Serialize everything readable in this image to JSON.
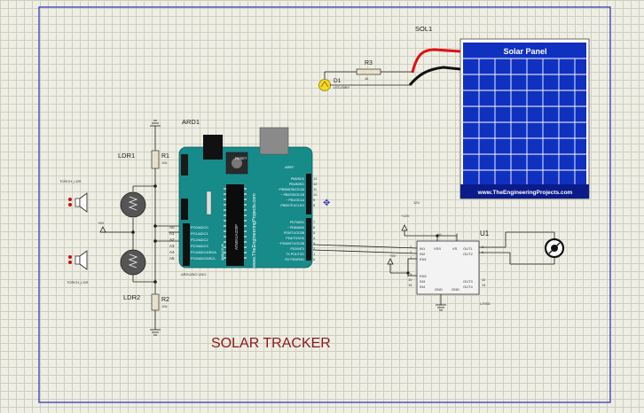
{
  "title": "SOLAR TRACKER",
  "colors": {
    "border": "#3a3ab8",
    "wire": "#1c1c1c",
    "title": "#8b1a1a",
    "board": "#178a8a",
    "solar_blue": "#1030c0",
    "chip_fill": "#f3f3f3",
    "led": "#f5d820"
  },
  "arduino": {
    "ref": "ARD1",
    "model": "ARDUINO UNO",
    "website": "www.TheEngineeringProjects.com",
    "reset": "RESET",
    "aref": "AREF",
    "a_pins": [
      "A0",
      "A1",
      "A2",
      "A3",
      "A4",
      "A5"
    ],
    "analog_names": [
      "PC0/ADC0",
      "PC1/ADC1",
      "PC2/ADC2",
      "PC3/ADC3",
      "PC4/ADC4/SDA",
      "PC5/ADC5/SCL"
    ],
    "digital_names": [
      "PB5/SCK",
      "PB4/MISO",
      "~PB3/MOSI/OC2A",
      "~ PB2/SS/OC1B",
      "~ PB1/OC1A",
      "PB0/ICP1/CLKO",
      "PD7/AIN1",
      "~ PD6/AIN0",
      "PD5/T1/OC0B",
      "PD4/T0/XCK",
      "~PD3/INT1/OC2B",
      "PD2/INT0",
      "TX PD1/TXD",
      "RX PD0/RXD"
    ],
    "digital_pins": [
      "13",
      "12",
      "11",
      "10",
      "9",
      "8",
      "7",
      "6",
      "5",
      "4",
      "3",
      "2",
      "1",
      "0"
    ],
    "chip_label": "ATMEGA328P",
    "analog_in": "ANALOG IN"
  },
  "solar": {
    "ref": "SOL1",
    "label": "Solar Panel",
    "website": "www.TheEngineeringProjects.com"
  },
  "led": {
    "ref": "D1",
    "part": "LED-BIBY"
  },
  "r3": {
    "ref": "R3",
    "value": "1k"
  },
  "r1": {
    "ref": "R1",
    "value": "10k"
  },
  "r2": {
    "ref": "R2",
    "value": "10k"
  },
  "ldr1": {
    "ref": "LDR1"
  },
  "ldr2": {
    "ref": "LDR2"
  },
  "torch_top": "TORCH_LDR",
  "torch_bottom": "TORCH_LDR",
  "plus5v_left": "+5V",
  "plus5v_mid": "+5V",
  "plus12v": "+12V",
  "net12v": "12V",
  "driver": {
    "ref": "U1",
    "part": "L293D",
    "left_pins": [
      "IN1",
      "IN2",
      "EN1",
      "EN2",
      "IN3",
      "IN4"
    ],
    "left_pin_nums": [
      "2",
      "7",
      "1",
      "9",
      "10",
      "15"
    ],
    "vss": "VSS",
    "vs": "VS",
    "vss_num": "16",
    "vs_num": "8",
    "gnd1": "GND",
    "gnd2": "GND",
    "out_labels": [
      "OUT1",
      "OUT2",
      "OUT3",
      "OUT4"
    ],
    "out_nums": [
      "3",
      "6",
      "11",
      "14"
    ]
  }
}
